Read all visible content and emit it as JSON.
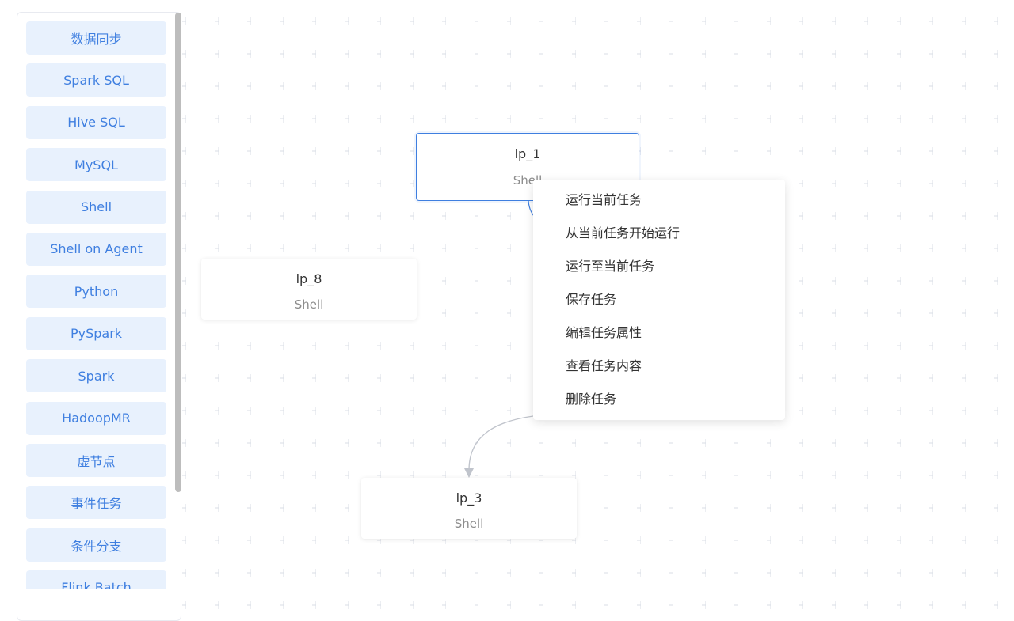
{
  "palette": {
    "items": [
      {
        "label": "数据同步"
      },
      {
        "label": "Spark SQL"
      },
      {
        "label": "Hive SQL"
      },
      {
        "label": "MySQL"
      },
      {
        "label": "Shell"
      },
      {
        "label": "Shell on Agent"
      },
      {
        "label": "Python"
      },
      {
        "label": "PySpark"
      },
      {
        "label": "Spark"
      },
      {
        "label": "HadoopMR"
      },
      {
        "label": "虚节点"
      },
      {
        "label": "事件任务"
      },
      {
        "label": "条件分支"
      },
      {
        "label": "Flink Batch"
      }
    ]
  },
  "nodes": {
    "lp1": {
      "name": "lp_1",
      "type": "Shell"
    },
    "lp8": {
      "name": "lp_8",
      "type": "Shell"
    },
    "lp3": {
      "name": "lp_3",
      "type": "Shell"
    }
  },
  "context_menu": {
    "items": [
      {
        "label": "运行当前任务"
      },
      {
        "label": "从当前任务开始运行"
      },
      {
        "label": "运行至当前任务"
      },
      {
        "label": "保存任务"
      },
      {
        "label": "编辑任务属性"
      },
      {
        "label": "查看任务内容"
      },
      {
        "label": "删除任务"
      }
    ]
  },
  "colors": {
    "accent": "#3f7fe0",
    "palette_item_bg": "#e8f1fd",
    "grid_plus": "#d9dde6",
    "edge": "#c0c4cc"
  }
}
